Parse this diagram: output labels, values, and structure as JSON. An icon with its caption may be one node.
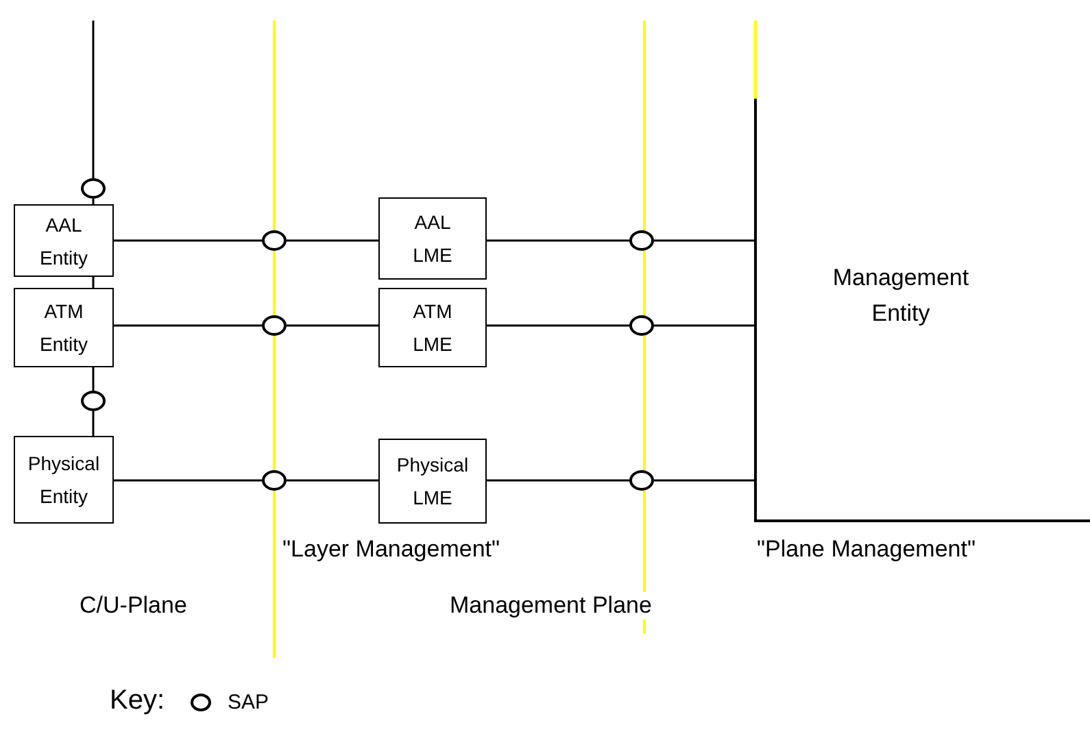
{
  "diagram": {
    "nodes": [
      {
        "text": [
          "AAL Entity"
        ]
      },
      {
        "text": [
          "ATM Entity"
        ]
      },
      {
        "text": [
          "Physical Entity"
        ]
      },
      {
        "text": [
          "AAL LME"
        ]
      },
      {
        "text": [
          "ATM LME"
        ]
      },
      {
        "text": [
          "Physical LME"
        ]
      },
      {
        "text": [
          "Management Entity"
        ]
      },
      {
        "text": [],
        "shape": "circle"
      },
      {
        "text": [],
        "shape": "circle"
      },
      {
        "text": [],
        "shape": "circle"
      },
      {
        "text": [],
        "shape": "circle"
      },
      {
        "text": [],
        "shape": "circle"
      },
      {
        "text": [],
        "shape": "circle"
      },
      {
        "text": [],
        "shape": "circle"
      },
      {
        "text": [],
        "shape": "circle"
      }
    ],
    "edges": [
      {
        "from": null,
        "to": 7,
        "arrow": "none"
      },
      {
        "from": 7,
        "to": 0,
        "arrow": "none"
      },
      {
        "from": 0,
        "to": 1,
        "arrow": "none"
      },
      {
        "from": 1,
        "to": 12,
        "arrow": "none"
      },
      {
        "from": 12,
        "to": 2,
        "arrow": "none"
      },
      {
        "from": 0,
        "to": 8,
        "arrow": "none"
      },
      {
        "from": 8,
        "to": 3,
        "arrow": "none"
      },
      {
        "from": 3,
        "to": 9,
        "arrow": "none"
      },
      {
        "from": 9,
        "to": 6,
        "arrow": "none"
      },
      {
        "from": 1,
        "to": 10,
        "arrow": "none"
      },
      {
        "from": 10,
        "to": 4,
        "arrow": "none"
      },
      {
        "from": 4,
        "to": 11,
        "arrow": "none"
      },
      {
        "from": 11,
        "to": 6,
        "arrow": "none"
      },
      {
        "from": 2,
        "to": 13,
        "arrow": "none"
      },
      {
        "from": 13,
        "to": 5,
        "arrow": "none"
      },
      {
        "from": 5,
        "to": 14,
        "arrow": "none"
      },
      {
        "from": 14,
        "to": 6,
        "arrow": "none"
      }
    ],
    "labels": [
      "\"Layer Management\"",
      "\"Plane Management\"",
      "C/U-Plane",
      "Management Plane",
      "Key:"
    ],
    "legend": [
      {
        "text": "SAP"
      }
    ]
  }
}
